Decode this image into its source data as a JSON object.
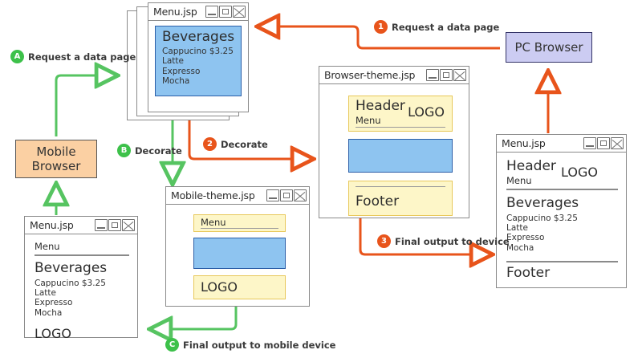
{
  "diagram": {
    "title": "Mobile and PC browser theme decoration flow",
    "colors": {
      "orange_flow": "#e8541b",
      "green_flow": "#56c461",
      "blue_panel": "#8ec4f0",
      "yellow_panel": "#fdf6c8",
      "mobile_browser_fill": "#fbd0a3",
      "pc_browser_fill": "#ccccf2"
    }
  },
  "actors": {
    "mobile_browser": {
      "label_line1": "Mobile",
      "label_line2": "Browser"
    },
    "pc_browser": {
      "label": "PC Browser"
    }
  },
  "steps": [
    {
      "id": "1",
      "marker": "1",
      "color": "orange",
      "label": "Request a data page"
    },
    {
      "id": "2",
      "marker": "2",
      "color": "orange",
      "label": "Decorate"
    },
    {
      "id": "3",
      "marker": "3",
      "color": "orange",
      "label": "Final output to device"
    },
    {
      "id": "A",
      "marker": "A",
      "color": "green",
      "label": "Request a data page"
    },
    {
      "id": "B",
      "marker": "B",
      "color": "green",
      "label": "Decorate"
    },
    {
      "id": "C",
      "marker": "C",
      "color": "green",
      "label": "Final output to mobile device"
    }
  ],
  "windows": {
    "menu_jsp_stack": {
      "title": "Menu.jsp",
      "controls": [
        "minimize",
        "maximize",
        "close"
      ],
      "panel": {
        "heading": "Beverages",
        "items": [
          "Cappucino $3.25",
          "Latte",
          "Expresso",
          "Mocha"
        ]
      }
    },
    "browser_theme": {
      "title": "Browser-theme.jsp",
      "controls": [
        "minimize",
        "maximize",
        "close"
      ],
      "header_block": {
        "heading": "Header",
        "menu": "Menu",
        "logo": "LOGO"
      },
      "content_block": {
        "heading": ""
      },
      "footer_block": {
        "heading": "Footer"
      }
    },
    "mobile_theme": {
      "title": "Mobile-theme.jsp",
      "controls": [
        "minimize",
        "maximize",
        "close"
      ],
      "menu_block": {
        "heading": "Menu"
      },
      "content_block": {
        "heading": ""
      },
      "logo_block": {
        "heading": "LOGO"
      }
    },
    "mobile_output": {
      "title": "Menu.jsp",
      "controls": [
        "minimize",
        "maximize",
        "close"
      ],
      "menu": "Menu",
      "heading": "Beverages",
      "items": [
        "Cappucino $3.25",
        "Latte",
        "Expresso",
        "Mocha"
      ],
      "logo": "LOGO"
    },
    "pc_output": {
      "title": "Menu.jsp",
      "controls": [
        "minimize",
        "maximize",
        "close"
      ],
      "header": "Header",
      "menu": "Menu",
      "logo": "LOGO",
      "heading": "Beverages",
      "items": [
        "Cappucino $3.25",
        "Latte",
        "Expresso",
        "Mocha"
      ],
      "footer": "Footer"
    }
  }
}
